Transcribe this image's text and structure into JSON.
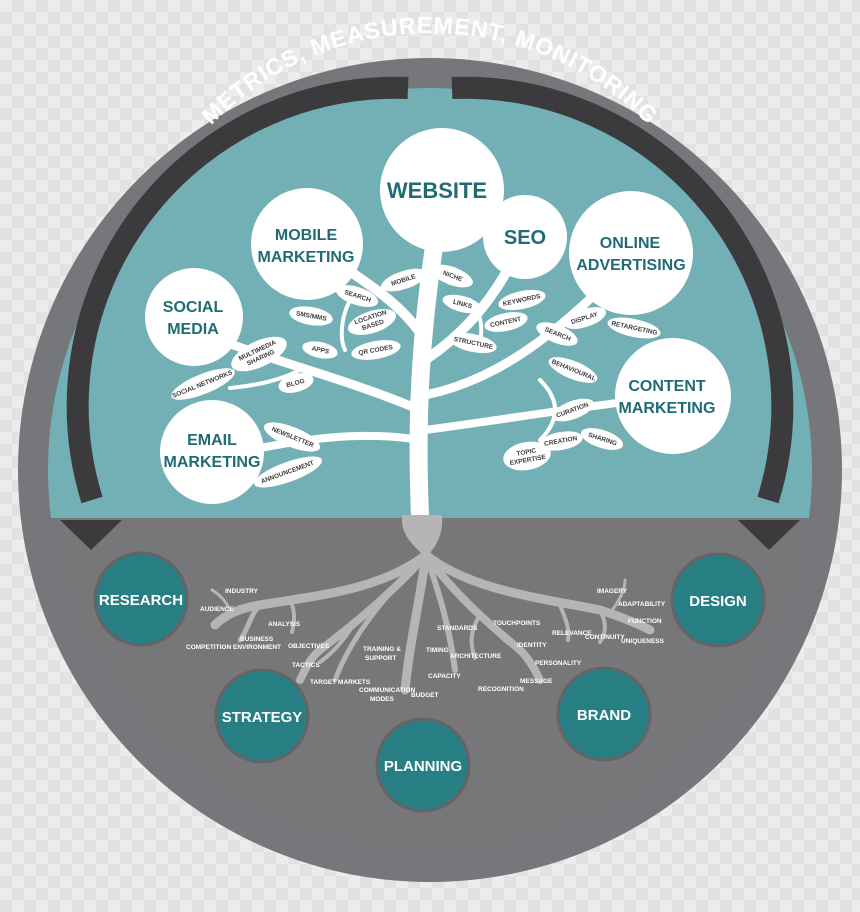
{
  "header": {
    "arc_title": "METRICS, MEASUREMENT, MONITORING"
  },
  "branches": {
    "website": "WEBSITE",
    "seo": "SEO",
    "mobile_marketing": [
      "MOBILE",
      "MARKETING"
    ],
    "online_advertising": [
      "ONLINE",
      "ADVERTISING"
    ],
    "social_media": [
      "SOCIAL",
      "MEDIA"
    ],
    "content_marketing": [
      "CONTENT",
      "MARKETING"
    ],
    "email_marketing": [
      "EMAIL",
      "MARKETING"
    ]
  },
  "leaves": {
    "mobile": "MOBILE",
    "niche": "NICHE",
    "keywords": "KEYWORDS",
    "search_top": "SEARCH",
    "sms_mms": "SMS/MMS",
    "location_based": [
      "LOCATION",
      "BASED"
    ],
    "links": "LINKS",
    "content": "CONTENT",
    "display": "DISPLAY",
    "retargeting": "RETARGETING",
    "search_right": "SEARCH",
    "multimedia_sharing": [
      "MULTIMEDIA",
      "SHARING"
    ],
    "apps": "APPS",
    "qr_codes": "QR CODES",
    "structure": "STRUCTURE",
    "behavioural": "BEHAVIOURAL",
    "social_networks": "SOCIAL NETWORKS",
    "blog": "BLOG",
    "curation": "CURATION",
    "newsletter": "NEWSLETTER",
    "sharing": "SHARING",
    "creation": "CREATION",
    "topic_expertise": [
      "TOPIC",
      "EXPERTISE"
    ],
    "announcement": "ANNOUNCEMENT"
  },
  "roots": {
    "industry": "INDUSTRY",
    "audience": "AUDIENCE",
    "analysis": "ANALYSIS",
    "competition": "COMPETITION",
    "business_environment": [
      "BUSINESS",
      "ENVIRONMENT"
    ],
    "objectives": "OBJECTIVES",
    "tactics": "TACTICS",
    "target_markets": "TARGET  MARKETS",
    "training_support": [
      "TRAINING &",
      "SUPPORT"
    ],
    "timing": "TIMING",
    "communication_modes": [
      "COMMUNICATION",
      "MODES"
    ],
    "budget": "BUDGET",
    "capacity": "CAPACITY",
    "standards": "STANDARDS",
    "architecture": "ARCHITECTURE",
    "touchpoints": "TOUCHPOINTS",
    "identity": "IDENTITY",
    "personality": "PERSONALITY",
    "message": "MESSAGE",
    "recognition": "RECOGNITION",
    "relevance": "RELEVANCE",
    "continuity": "CONTINUITY",
    "imagery": "IMAGERY",
    "adaptability": "ADAPTABILITY",
    "function": "FUNCTION",
    "uniqueness": "UNIQUENESS"
  },
  "foundations": {
    "research": "RESEARCH",
    "strategy": "STRATEGY",
    "planning": "PLANNING",
    "brand": "BRAND",
    "design": "DESIGN"
  },
  "colors": {
    "outer_ring": "#76777a",
    "sky": "#72b0b5",
    "ground": "#777779",
    "title_text": "#216b75",
    "foundation": "#277f84",
    "arrow": "#3b3b3d",
    "tree": "#ffffff",
    "roots": "#b5b5b7"
  }
}
